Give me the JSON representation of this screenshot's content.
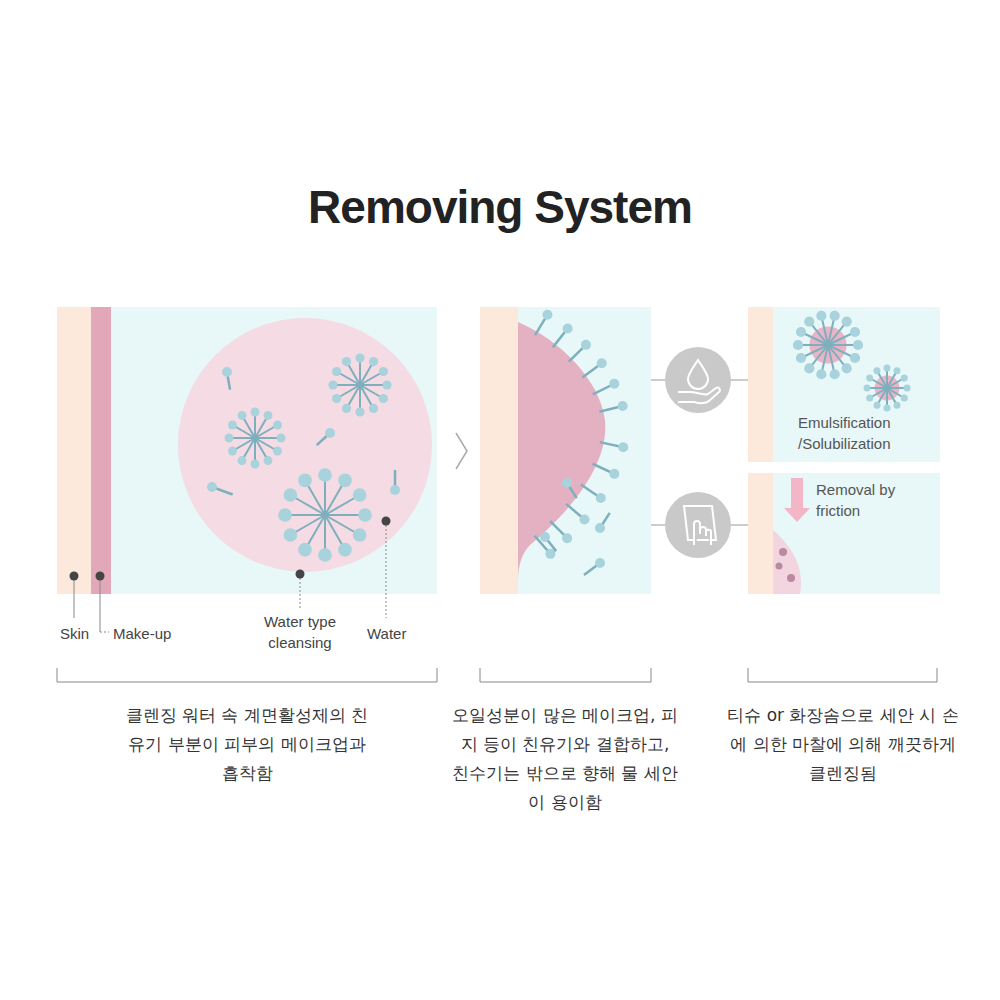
{
  "diagram": {
    "title": "Removing System",
    "nodes": [
      {
        "text": [
          "Emulsification /Solubilization"
        ]
      },
      {
        "text": [
          "Removal by friction"
        ]
      }
    ],
    "labels": [
      "Skin",
      "Make-up",
      "Water type cleansing",
      "Water",
      "클렌징 워터 속 계면활성제의 친유기 부분이 피부의 메이크업과 흡착함",
      "오일성분이 많은 메이크업, 피지 등이 친유기와 결합하고, 친수기는 밖으로 향해 물 세안이 용이함",
      "티슈 or 화장솜으로 세안 시 손에 의한 마찰에 의해 깨끗하게 클렌징됨"
    ]
  }
}
